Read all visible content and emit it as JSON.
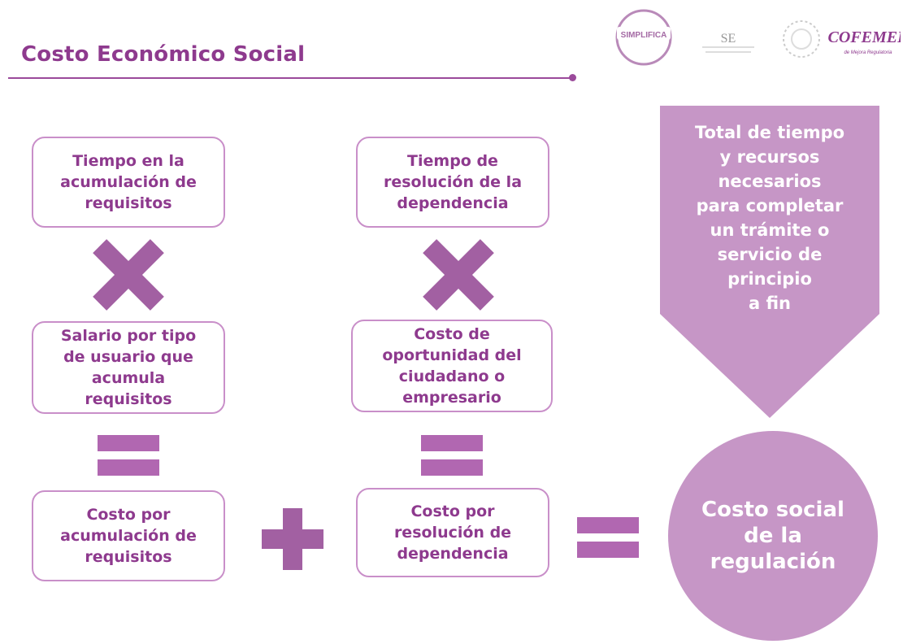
{
  "header": {
    "title": "Costo Económico Social"
  },
  "logos": {
    "simplifica": "SIMPLIFICA",
    "se": "SE",
    "cofemer": "COFEMER",
    "cofemer_sub": "de Mejora Regulatoria"
  },
  "column1": {
    "box1": [
      "Tiempo en la",
      "acumulación de",
      "requisitos"
    ],
    "box2": [
      "Salario por tipo",
      "de usuario que",
      "acumula",
      "requisitos"
    ],
    "box3": [
      "Costo por",
      "acumulación de",
      "requisitos"
    ]
  },
  "column2": {
    "box1": [
      "Tiempo de",
      "resolución de la",
      "dependencia"
    ],
    "box2": [
      "Costo de",
      "oportunidad del",
      "ciudadano o",
      "empresario"
    ],
    "box3": [
      "Costo por",
      "resolución de",
      "dependencia"
    ]
  },
  "arrow": {
    "lines": [
      "Total de tiempo",
      "y recursos",
      "necesarios",
      "para completar",
      "un trámite o",
      "servicio de",
      "principio",
      "a fin"
    ]
  },
  "result": {
    "lines": [
      "Costo social",
      "de la",
      "regulación"
    ]
  },
  "colors": {
    "primary": "#8e3a8e",
    "shape": "#a260a2",
    "light": "#c696c6",
    "border": "#c98fc9"
  },
  "icons": {
    "multiply": "multiply-icon",
    "equals": "equals-icon",
    "plus": "plus-icon"
  }
}
